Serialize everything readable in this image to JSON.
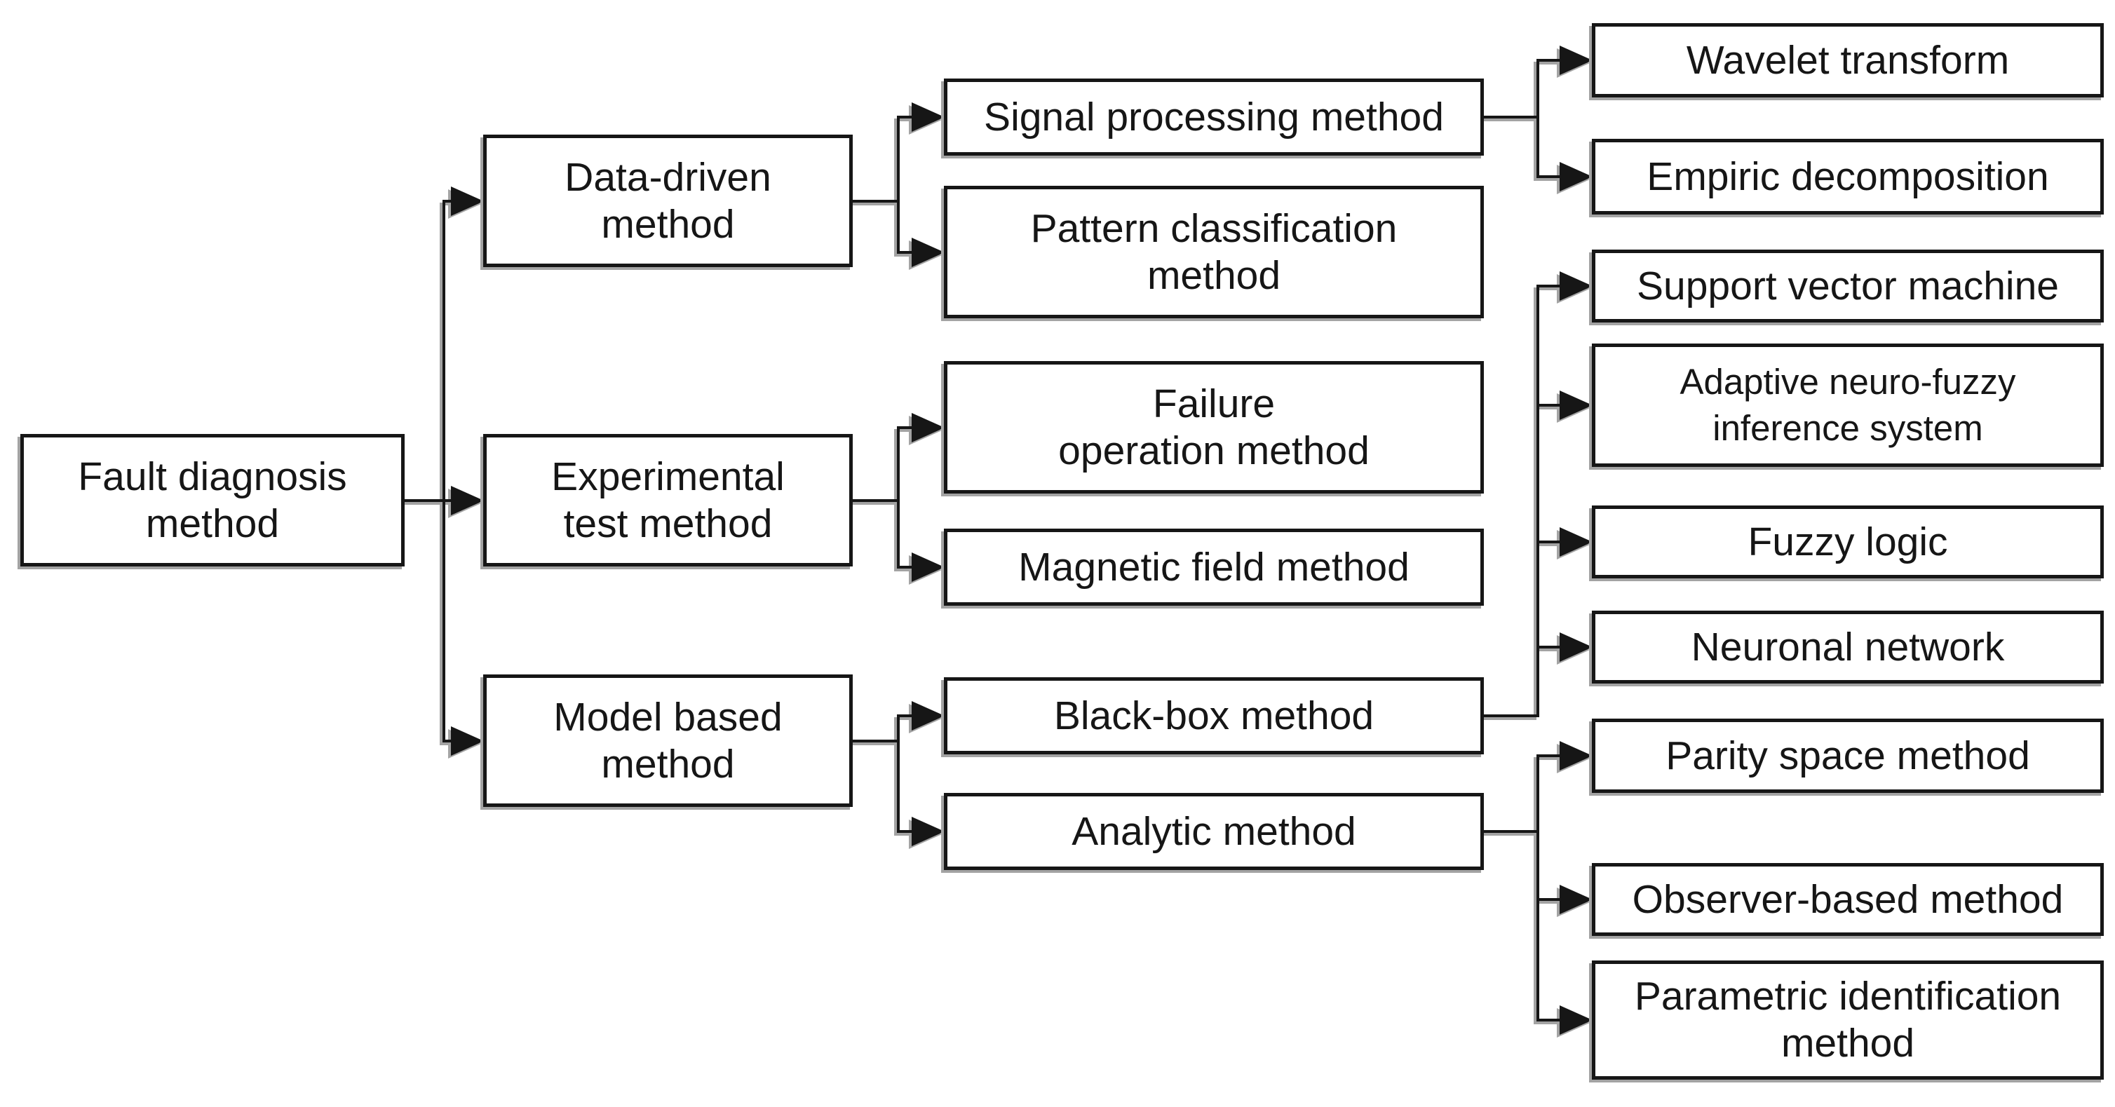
{
  "diagram": {
    "background_color": "#ffffff",
    "line_color": "#161616",
    "shadow_color": "#a3a3a3",
    "nodes": {
      "fault_diagnosis": {
        "label": "Fault diagnosis method",
        "lines": [
          "Fault diagnosis",
          "method"
        ]
      },
      "data_driven": {
        "label": "Data-driven method",
        "lines": [
          "Data-driven",
          "method"
        ]
      },
      "experimental": {
        "label": "Experimental test method",
        "lines": [
          "Experimental",
          "test method"
        ]
      },
      "model_based": {
        "label": "Model based method",
        "lines": [
          "Model based",
          "method"
        ]
      },
      "signal_processing": {
        "label": "Signal processing method"
      },
      "pattern_classification": {
        "label": "Pattern classification method",
        "lines": [
          "Pattern classification",
          "method"
        ]
      },
      "failure_operation": {
        "label": "Failure operation method",
        "lines": [
          "Failure",
          "operation method"
        ]
      },
      "magnetic_field": {
        "label": "Magnetic field method"
      },
      "black_box": {
        "label": "Black-box method"
      },
      "analytic": {
        "label": "Analytic method"
      },
      "wavelet": {
        "label": "Wavelet transform"
      },
      "empiric": {
        "label": "Empiric decomposition"
      },
      "svm": {
        "label": "Support vector machine"
      },
      "anfis": {
        "label": "Adaptive neuro-fuzzy inference system",
        "lines": [
          "Adaptive neuro-fuzzy",
          "inference system"
        ]
      },
      "fuzzy_logic": {
        "label": "Fuzzy logic"
      },
      "neuronal": {
        "label": "Neuronal network"
      },
      "parity": {
        "label": "Parity space method"
      },
      "observer": {
        "label": "Observer-based method"
      },
      "parametric": {
        "label": "Parametric identification method",
        "lines": [
          "Parametric identification",
          "method"
        ]
      }
    },
    "edges": [
      {
        "from": "fault_diagnosis",
        "to": "data_driven"
      },
      {
        "from": "fault_diagnosis",
        "to": "experimental"
      },
      {
        "from": "fault_diagnosis",
        "to": "model_based"
      },
      {
        "from": "data_driven",
        "to": "signal_processing"
      },
      {
        "from": "data_driven",
        "to": "pattern_classification"
      },
      {
        "from": "experimental",
        "to": "failure_operation"
      },
      {
        "from": "experimental",
        "to": "magnetic_field"
      },
      {
        "from": "model_based",
        "to": "black_box"
      },
      {
        "from": "model_based",
        "to": "analytic"
      },
      {
        "from": "signal_processing",
        "to": "wavelet"
      },
      {
        "from": "signal_processing",
        "to": "empiric"
      },
      {
        "from": "black_box",
        "to": "svm"
      },
      {
        "from": "black_box",
        "to": "anfis"
      },
      {
        "from": "black_box",
        "to": "fuzzy_logic"
      },
      {
        "from": "black_box",
        "to": "neuronal"
      },
      {
        "from": "analytic",
        "to": "parity"
      },
      {
        "from": "analytic",
        "to": "observer"
      },
      {
        "from": "analytic",
        "to": "parametric"
      }
    ]
  }
}
